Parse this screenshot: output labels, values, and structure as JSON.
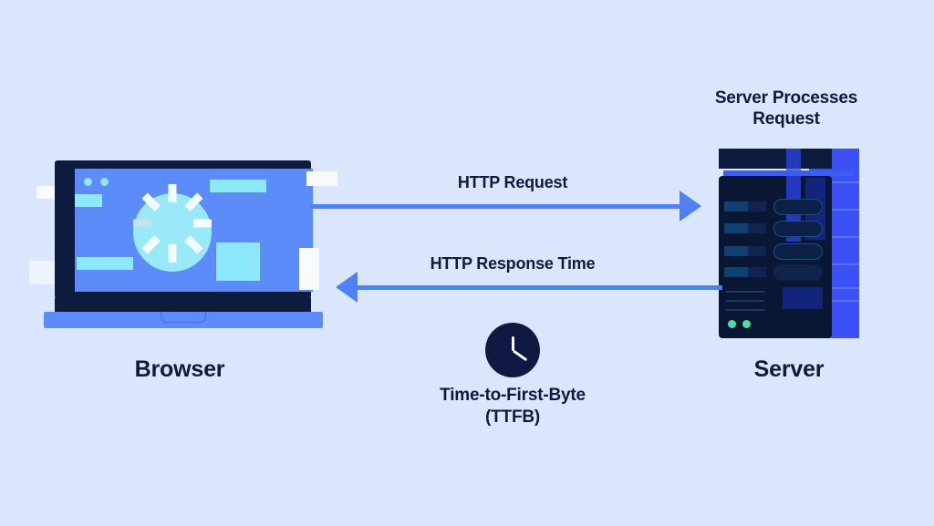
{
  "diagram": {
    "title_absent": "",
    "background_color": "#d9e6fc",
    "accent_blue": "#4f80f5",
    "navy": "#0f1941",
    "server_rail_blue": "#3b50f5",
    "led_green": "#4ae0a0"
  },
  "nodes": {
    "browser": {
      "label": "Browser",
      "icon": "laptop-with-loading-spinner"
    },
    "server": {
      "label": "Server",
      "caption": "Server Processes\nRequest",
      "icon": "server-rack"
    }
  },
  "arrows": [
    {
      "name": "request",
      "label": "HTTP Request",
      "direction": "right"
    },
    {
      "name": "response",
      "label": "HTTP Response Time",
      "direction": "left"
    }
  ],
  "metric": {
    "icon": "clock-icon",
    "label_line1": "Time-to-First-Byte",
    "label_line2": "(TTFB)"
  }
}
